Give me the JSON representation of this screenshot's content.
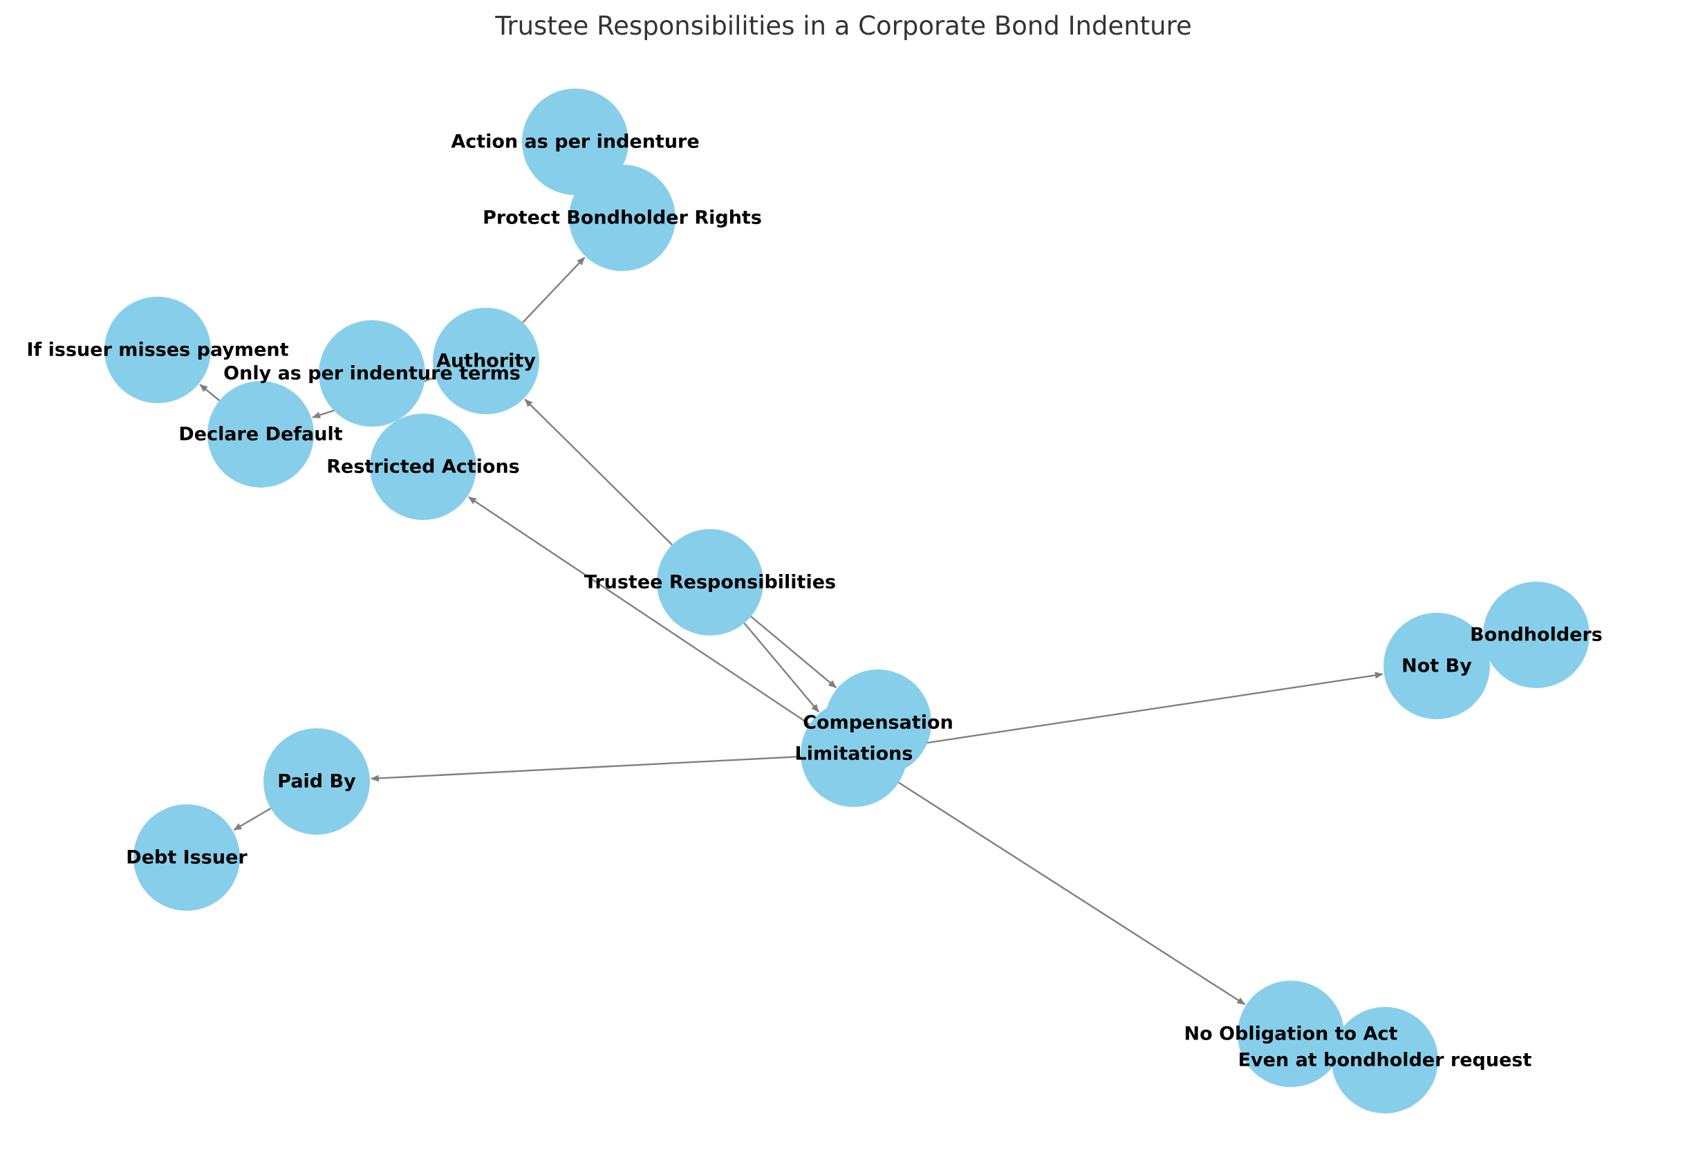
{
  "title": "Trustee Responsibilities in a Corporate Bond Indenture",
  "colors": {
    "node_fill": "#87CEEB",
    "edge": "#808080",
    "title": "#333333",
    "label": "#000000"
  },
  "nodes": [
    {
      "id": "trustee",
      "label": "Trustee Responsibilities"
    },
    {
      "id": "authority",
      "label": "Authority"
    },
    {
      "id": "restricted",
      "label": "Restricted Actions"
    },
    {
      "id": "compensation",
      "label": "Compensation"
    },
    {
      "id": "limitations",
      "label": "Limitations"
    },
    {
      "id": "protect",
      "label": "Protect Bondholder Rights"
    },
    {
      "id": "action_indenture",
      "label": "Action as per indenture"
    },
    {
      "id": "only_terms",
      "label": "Only as per indenture terms"
    },
    {
      "id": "declare_default",
      "label": "Declare Default"
    },
    {
      "id": "misses_payment",
      "label": "If issuer misses payment"
    },
    {
      "id": "paid_by",
      "label": "Paid By"
    },
    {
      "id": "debt_issuer",
      "label": "Debt Issuer"
    },
    {
      "id": "not_by",
      "label": "Not By"
    },
    {
      "id": "bondholders",
      "label": "Bondholders"
    },
    {
      "id": "no_obligation",
      "label": "No Obligation to Act"
    },
    {
      "id": "even_request",
      "label": "Even at bondholder request"
    }
  ],
  "edges": [
    {
      "from": "trustee",
      "to": "authority"
    },
    {
      "from": "trustee",
      "to": "compensation"
    },
    {
      "from": "trustee",
      "to": "limitations"
    },
    {
      "from": "authority",
      "to": "protect"
    },
    {
      "from": "authority",
      "to": "declare_default"
    },
    {
      "from": "declare_default",
      "to": "misses_payment"
    },
    {
      "from": "limitations",
      "to": "restricted"
    },
    {
      "from": "limitations",
      "to": "paid_by"
    },
    {
      "from": "limitations",
      "to": "not_by"
    },
    {
      "from": "limitations",
      "to": "no_obligation"
    },
    {
      "from": "paid_by",
      "to": "debt_issuer"
    }
  ]
}
